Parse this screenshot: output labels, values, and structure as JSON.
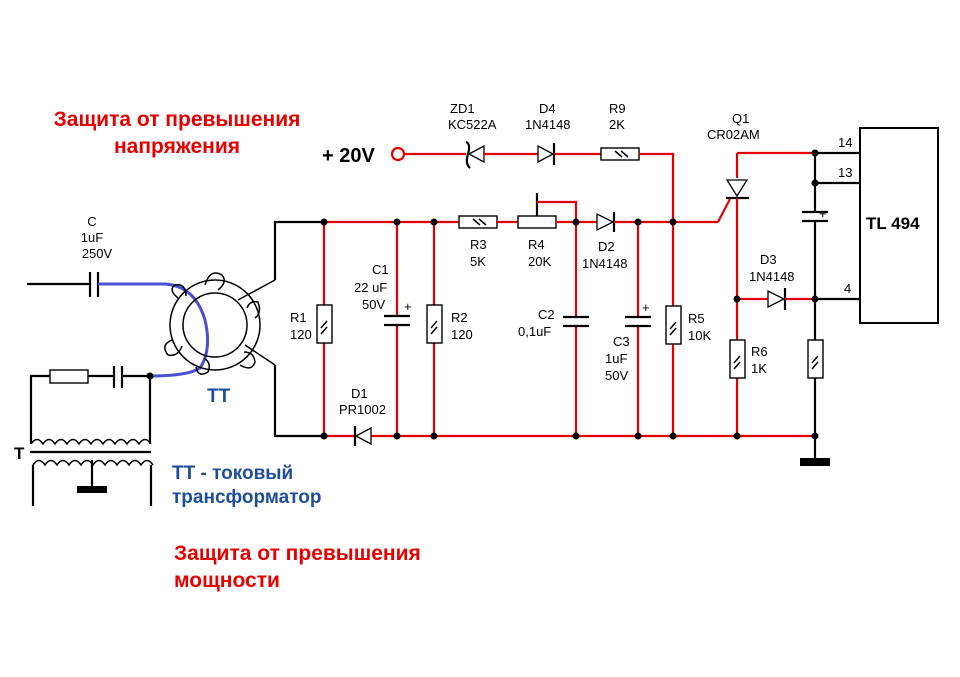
{
  "titles": {
    "overvoltage_line1": "Защита от превышения",
    "overvoltage_line2": "напряжения",
    "overpower_line1": "Защита от превышения",
    "overpower_line2": "мощности"
  },
  "legend": {
    "tt_label": "TT",
    "tt_desc_line1": "TT - токовый",
    "tt_desc_line2": "трансформатор",
    "t_label": "T"
  },
  "supply": {
    "label": "+ 20V"
  },
  "ic": {
    "name": "TL 494",
    "pins": [
      "14",
      "13",
      "4"
    ]
  },
  "components": {
    "C": {
      "ref": "C",
      "line2": "1uF",
      "line3": "250V"
    },
    "R1": {
      "ref": "R1",
      "value": "120"
    },
    "C1": {
      "ref": "C1",
      "value": "22 uF",
      "voltage": "50V"
    },
    "R2": {
      "ref": "R2",
      "value": "120"
    },
    "D1": {
      "ref": "D1",
      "value": "PR1002"
    },
    "R3": {
      "ref": "R3",
      "value": "5K"
    },
    "R4": {
      "ref": "R4",
      "value": "20K"
    },
    "D2": {
      "ref": "D2",
      "value": "1N4148"
    },
    "C2": {
      "ref": "C2",
      "value": "0,1uF"
    },
    "C3": {
      "ref": "C3",
      "value": "1uF",
      "voltage": "50V"
    },
    "R5": {
      "ref": "R5",
      "value": "10K"
    },
    "ZD1": {
      "ref": "ZD1",
      "value": "KC522A"
    },
    "D4": {
      "ref": "D4",
      "value": "1N4148"
    },
    "R9": {
      "ref": "R9",
      "value": "2K"
    },
    "Q1": {
      "ref": "Q1",
      "value": "CR02AM"
    },
    "D3": {
      "ref": "D3",
      "value": "1N4148"
    },
    "R6": {
      "ref": "R6",
      "value": "1K"
    }
  },
  "colors": {
    "title_red": "#e60000",
    "wire_red": "#e30000",
    "wire_blue": "#4a4fd0",
    "legend_blue": "#1f4e99"
  }
}
